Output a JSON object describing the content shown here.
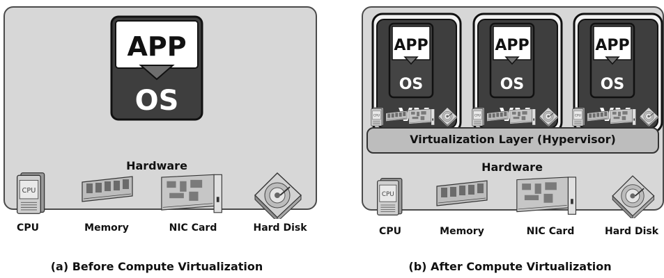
{
  "left": {
    "app_label": "APP",
    "os_label": "OS",
    "hardware_label": "Hardware",
    "devices": [
      {
        "label": "CPU",
        "icon": "cpu-icon"
      },
      {
        "label": "Memory",
        "icon": "memory-module-icon"
      },
      {
        "label": "NIC Card",
        "icon": "nic-card-icon"
      },
      {
        "label": "Hard Disk",
        "icon": "hard-disk-icon"
      }
    ],
    "caption": "(a) Before Compute Virtualization"
  },
  "right": {
    "vms": [
      {
        "app_label": "APP",
        "os_label": "OS",
        "vm_label": "VM"
      },
      {
        "app_label": "APP",
        "os_label": "OS",
        "vm_label": "VM"
      },
      {
        "app_label": "APP",
        "os_label": "OS",
        "vm_label": "VM"
      }
    ],
    "hypervisor_label": "Virtualization Layer (Hypervisor)",
    "hardware_label": "Hardware",
    "devices": [
      {
        "label": "CPU",
        "icon": "cpu-icon"
      },
      {
        "label": "Memory",
        "icon": "memory-module-icon"
      },
      {
        "label": "NIC Card",
        "icon": "nic-card-icon"
      },
      {
        "label": "Hard Disk",
        "icon": "hard-disk-icon"
      }
    ],
    "caption": "(b) After Compute Virtualization"
  },
  "colors": {
    "panel_bg": "#d7d7d7",
    "os_dark": "#4a4a4a",
    "app_light": "#ffffff",
    "hypervisor_bg": "#bdbdbd"
  }
}
